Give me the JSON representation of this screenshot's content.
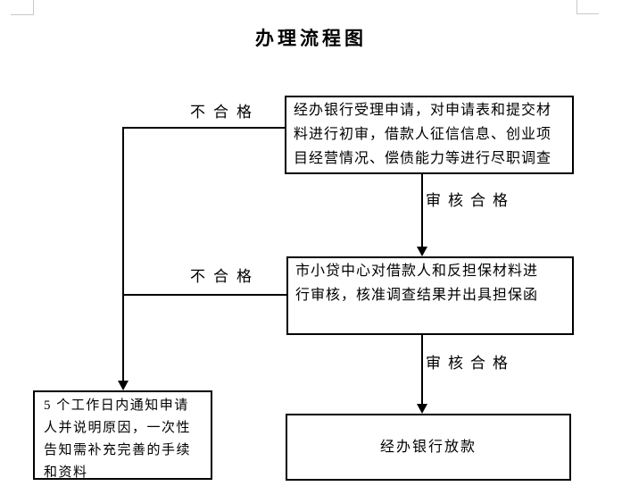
{
  "title": "办理流程图",
  "colors": {
    "line": "#000000",
    "crop_mark": "#c8c8c8",
    "background": "#ffffff"
  },
  "flowchart": {
    "boxes": [
      {
        "id": "initial-review",
        "text": "经办银行受理申请，对申请表和提交材\n料进行初审，借款人征信信息、创业项\n目经营情况、偿债能力等进行尽职调查"
      },
      {
        "id": "guarantee-review",
        "text": "市小贷中心对借款人和反担保材料进\n行审核，核准调查结果并出具担保函"
      },
      {
        "id": "loan-disbursement",
        "text": "经办银行放款"
      },
      {
        "id": "notify-applicant",
        "text": "5 个工作日内通知申请\n人并说明原因，一次性\n告知需补充完善的手续\n和资料"
      }
    ],
    "connectors": [
      {
        "id": "initial-to-guarantee",
        "label": "审核合格"
      },
      {
        "id": "guarantee-to-disbursement",
        "label": "审核合格"
      },
      {
        "id": "initial-fail",
        "label": "不合格"
      },
      {
        "id": "guarantee-fail",
        "label": "不合格"
      }
    ]
  }
}
